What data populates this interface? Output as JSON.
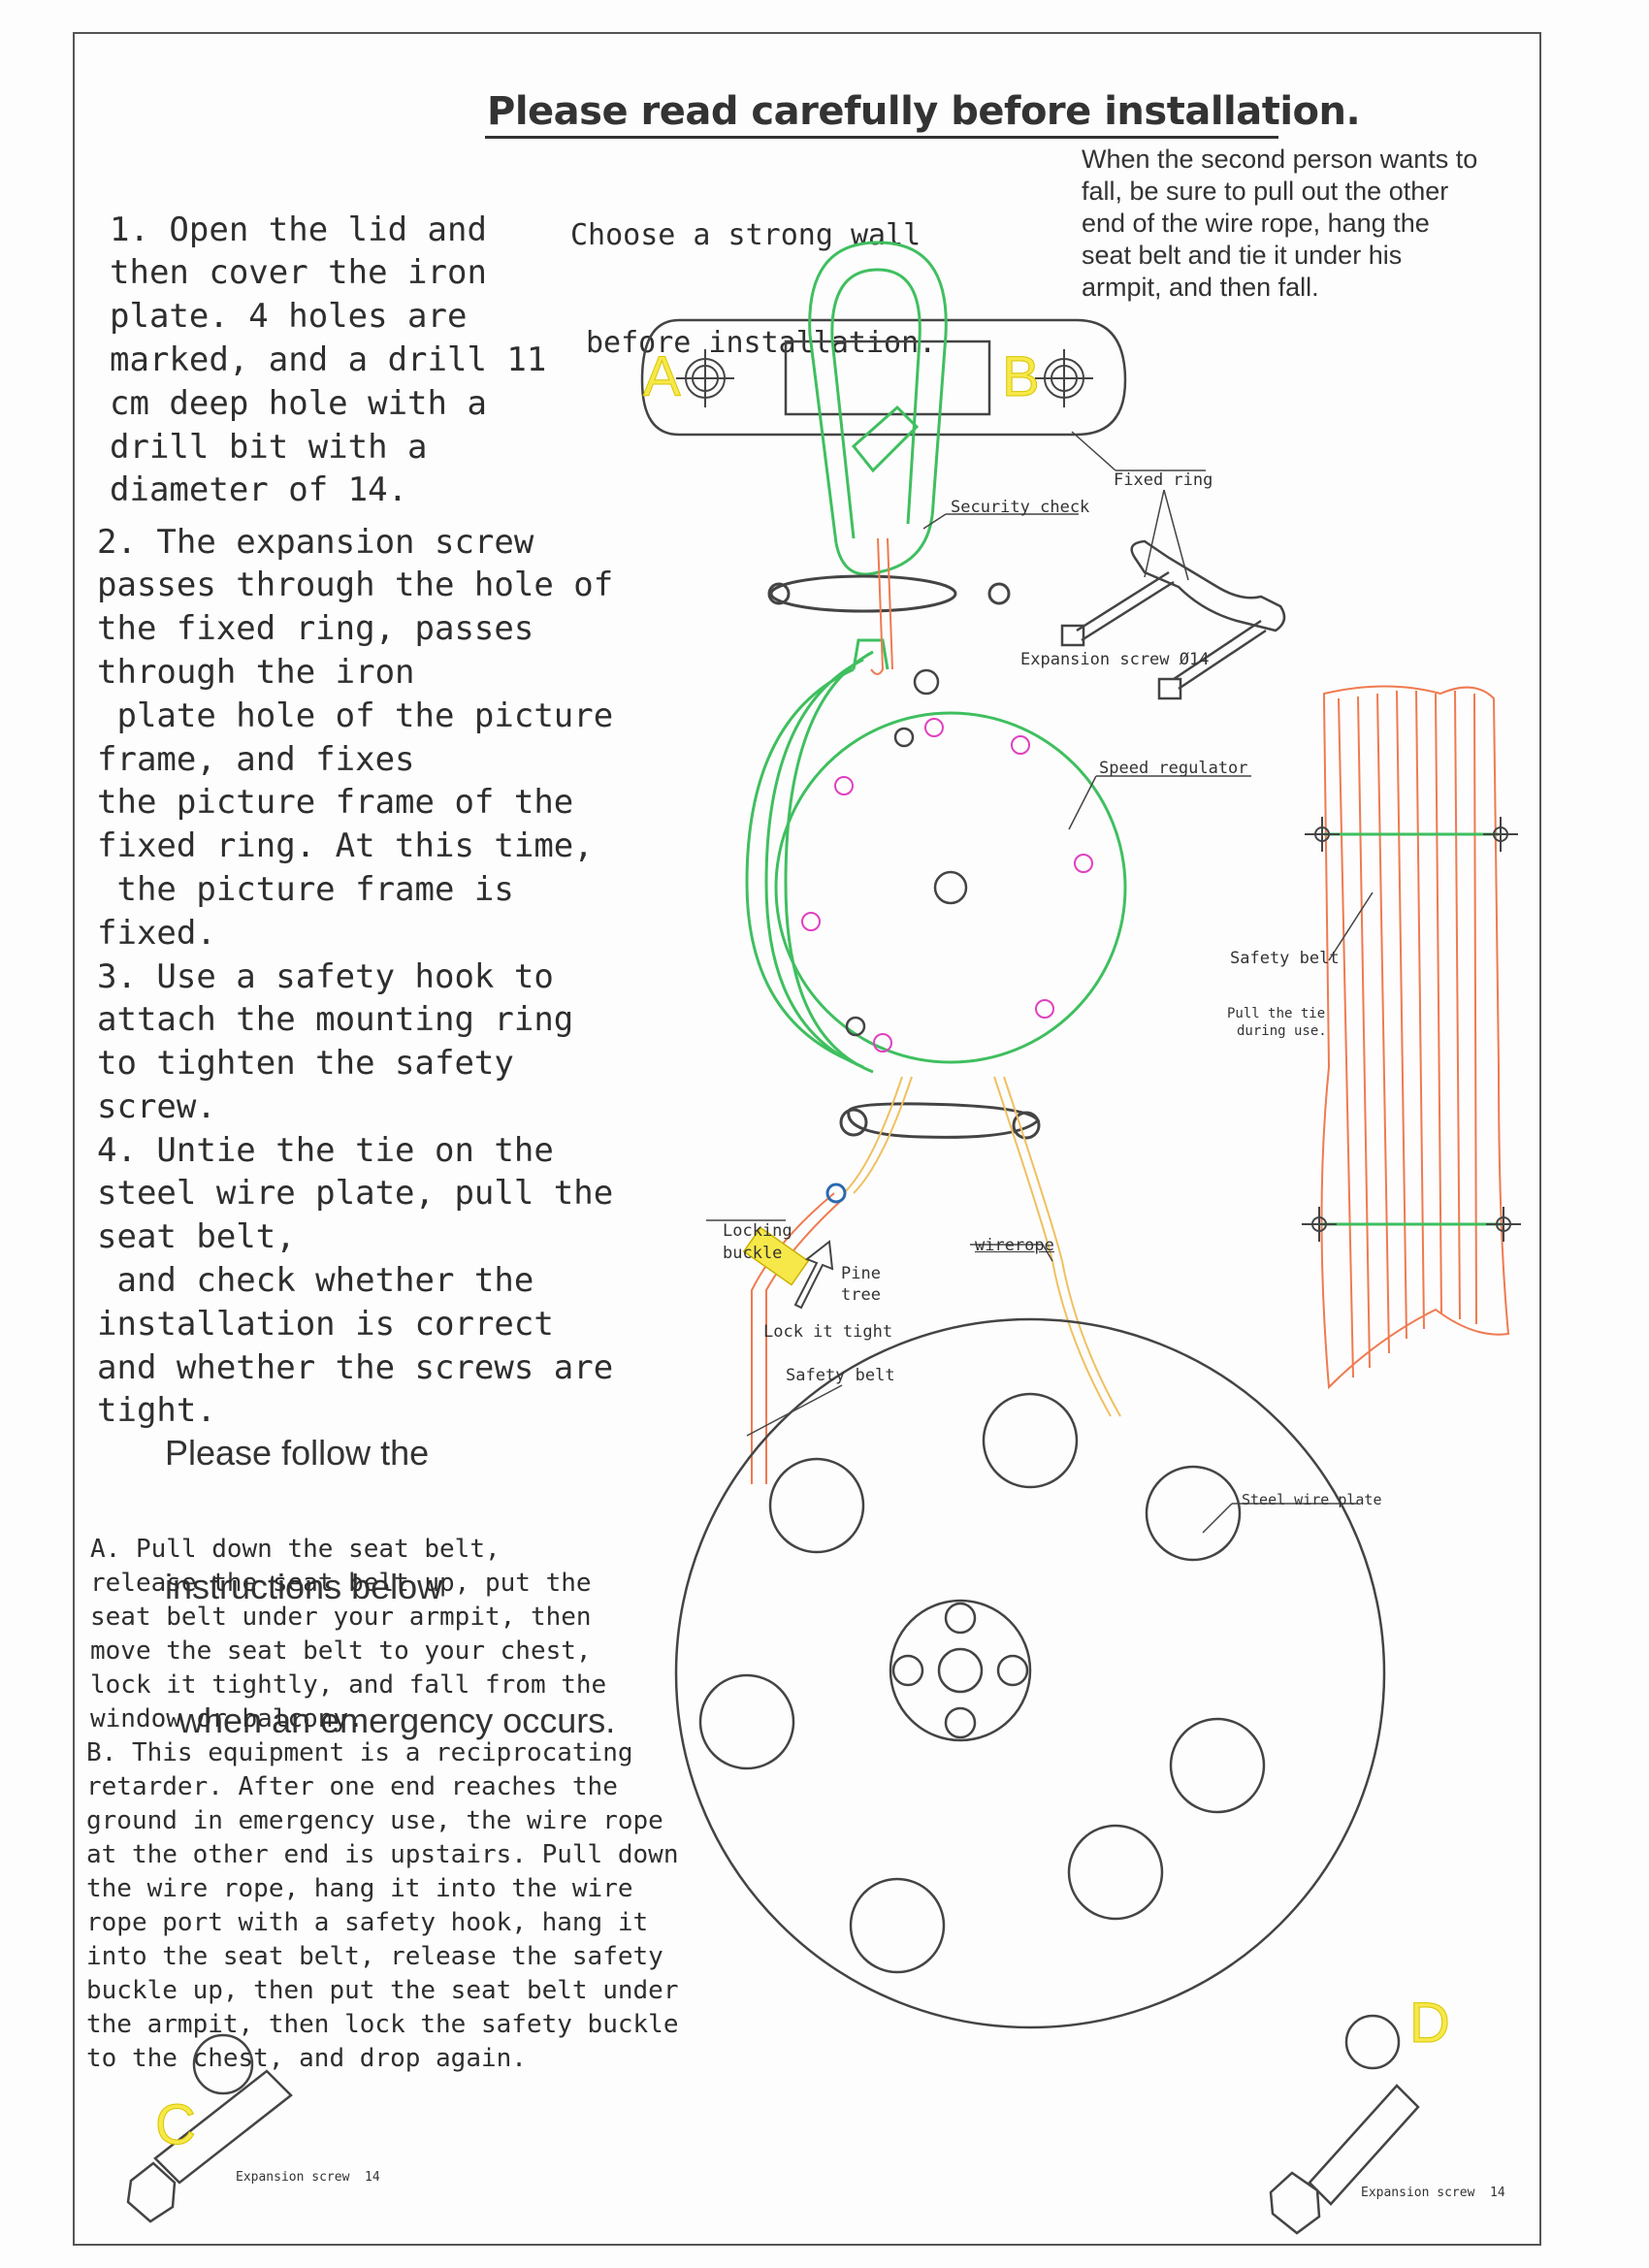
{
  "title": "Please read carefully before installation.",
  "notes": {
    "strong_wall": [
      "Choose a strong wall",
      "before installation."
    ],
    "second_person": [
      "When the second person wants to",
      "fall, be sure to pull out the other",
      "end of the wire rope, hang the",
      "seat belt and tie it under his",
      "armpit, and then fall."
    ]
  },
  "steps": {
    "step1": [
      "1. Open the lid and",
      "then cover the iron",
      "plate. 4 holes are",
      "marked, and a drill 11",
      "cm deep hole with a",
      "drill bit with a",
      "diameter of 14."
    ],
    "step2": [
      "2. The expansion screw",
      "passes through the hole of",
      "the fixed ring, passes",
      "through the iron",
      " plate hole of the picture",
      "frame, and fixes",
      "the picture frame of the",
      "fixed ring. At this time,",
      " the picture frame is",
      "fixed."
    ],
    "step3": [
      "3. Use a safety hook to",
      "attach the mounting ring",
      "to tighten the safety",
      "screw."
    ],
    "step4": [
      "4. Untie the tie on the",
      "steel wire plate, pull the",
      "seat belt,",
      " and check whether the",
      "installation is correct",
      "and whether the screws are",
      "tight."
    ]
  },
  "emergency": [
    "Please follow the",
    "instructions below",
    "when an emergency occurs."
  ],
  "instructions": {
    "a": [
      "A. Pull down the seat belt,",
      "release the seat belt up, put the",
      "seat belt under your armpit, then",
      "move the seat belt to your chest,",
      "lock it tightly, and fall from the",
      "window or balcony."
    ],
    "b": [
      "B. This equipment is a reciprocating",
      "retarder. After one end reaches the",
      "ground in emergency use, the wire rope",
      "at the other end is upstairs. Pull down",
      "the wire rope, hang it into the wire",
      "rope port with a safety hook, hang it",
      "into the seat belt, release the safety",
      "buckle up, then put the seat belt under",
      "the armpit, then lock the safety buckle",
      "to the chest, and drop again."
    ]
  },
  "labels": {
    "fixed_ring": "Fixed ring",
    "security_check": "Security check",
    "expansion_screw_14": "Expansion screw Ø14",
    "speed_regulator": "Speed regulator",
    "safety_belt": "Safety belt",
    "pull_tie": [
      "Pull the tie",
      "during use."
    ],
    "locking_buckle": [
      "Locking",
      "buckle"
    ],
    "pine_tree": [
      "Pine",
      "tree"
    ],
    "wirerope": "wirerope",
    "lock_it_tight": "Lock it tight",
    "safety_belt_2": "Safety belt",
    "steel_wire_plate": "Steel wire plate",
    "expansion_screw_c": "Expansion screw  14",
    "expansion_screw_d": "Expansion screw  14"
  },
  "markers": {
    "a": "A",
    "b": "B",
    "c": "C",
    "d": "D"
  },
  "colors": {
    "hook": "#3fbf5f",
    "rope": "#f0c060",
    "belt": "#f07a50",
    "marker": "#f7e84a",
    "bolt": "#e040c0"
  }
}
